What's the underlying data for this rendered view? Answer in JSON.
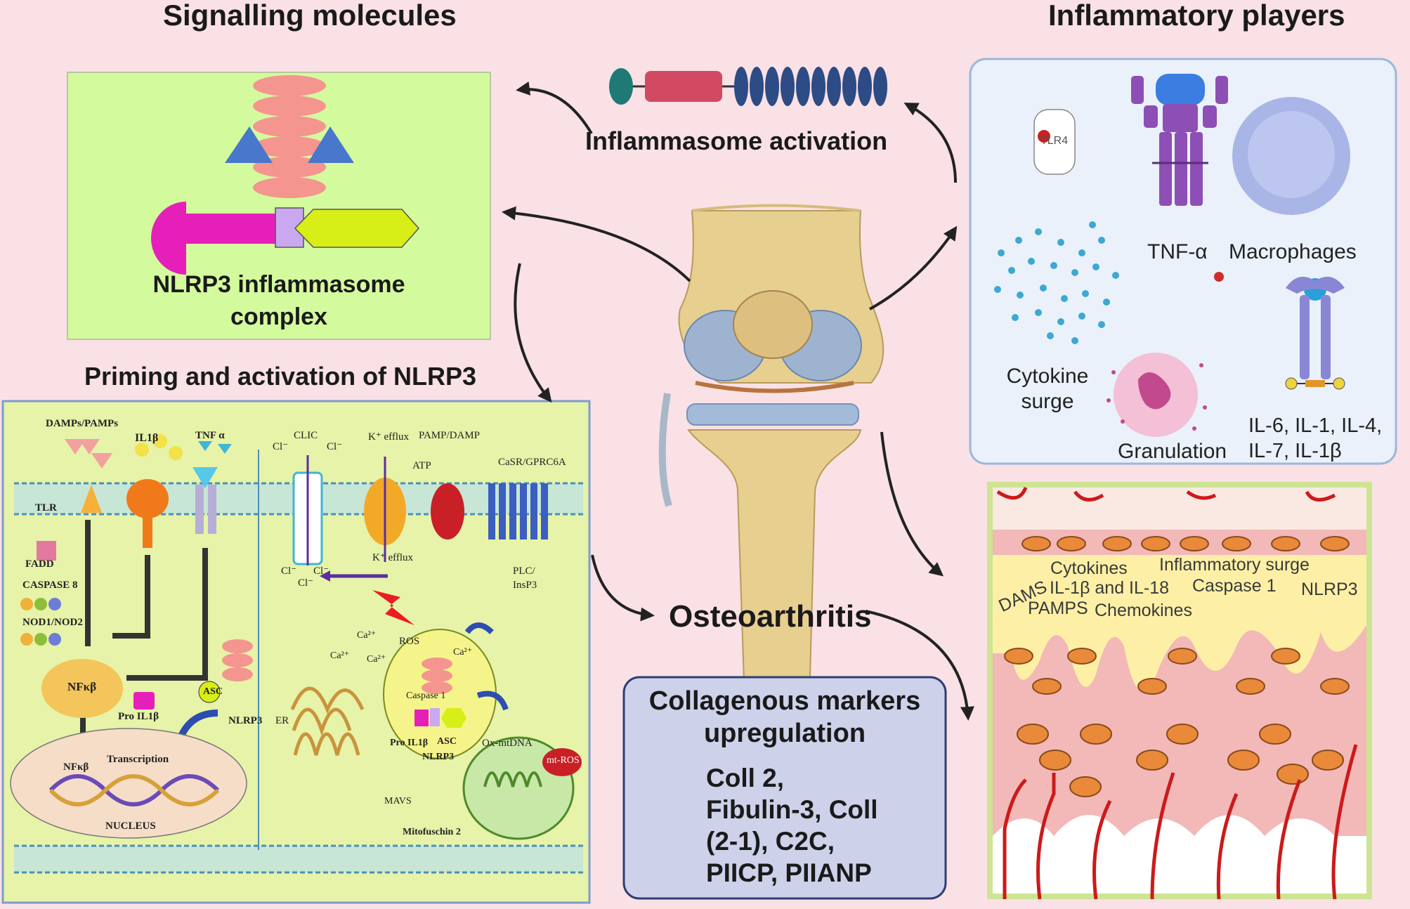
{
  "headings": {
    "signalling": "Signalling molecules",
    "inflammatory_players": "Inflammatory players",
    "priming": "Priming and activation of NLRP3",
    "inflammasome_activation": "Inflammasome activation",
    "osteoarthritis": "Osteoarthritis"
  },
  "nlrp3_complex": {
    "line1": "NLRP3 inflammasome",
    "line2": "complex"
  },
  "players": {
    "tlr4": "TLR4",
    "tnf": "TNF-α",
    "macrophages": "Macrophages",
    "cytokine_line1": "Cytokine",
    "cytokine_line2": "surge",
    "granulation": "Granulation",
    "il_line1": "IL-6, IL-1, IL-4,",
    "il_line2": "IL-7, IL-1β"
  },
  "collagen": {
    "title1": "Collagenous markers",
    "title2": "upregulation",
    "markers": [
      "Coll 2,",
      "Fibulin-3, Coll",
      "(2-1), C2C,",
      "PIICP, PIIANP"
    ]
  },
  "cartilage_labels": {
    "cytokines": "Cytokines",
    "inflammatory_surge": "Inflammatory surge",
    "dams": "DAMS",
    "il": "IL-1β and IL-18",
    "caspase": "Caspase 1",
    "nlrp3": "NLRP3",
    "pamps": "PAMPS",
    "chemokines": "Chemokines"
  },
  "priming_labels": {
    "damps_pamps": "DAMPs/PAMPs",
    "il1b": "IL1β",
    "tnfa": "TNF α",
    "tlr": "TLR",
    "fadd": "FADD",
    "caspase8": "CASPASE 8",
    "nod": "NOD1/NOD2",
    "nfkb": "NFκβ",
    "pro_il1b": "Pro IL1β",
    "asc": "ASC",
    "nlrp3": "NLRP3",
    "nfkb2": "NFκβ",
    "transcription": "Transcription",
    "nucleus": "NUCLEUS",
    "cl1": "Cl⁻",
    "clic": "CLIC",
    "cl2": "Cl⁻",
    "k_efflux_top": "K⁺ efflux",
    "pamp_damp": "PAMP/DAMP",
    "atp": "ATP",
    "casr": "CaSR/GPRC6A",
    "k_efflux_bottom": "K⁺ efflux",
    "cl3": "Cl⁻",
    "cl4": "Cl⁻",
    "cl5": "Cl⁻",
    "plc": "PLC/",
    "insp3": "InsP3",
    "ros": "ROS",
    "ca1": "Ca²⁺",
    "ca2": "Ca²⁺",
    "ca3": "Ca²⁺",
    "ca4": "Ca²⁺",
    "er": "ER",
    "caspase1": "Caspase 1",
    "pro_il1b2": "Pro IL1β",
    "asc2": "ASC",
    "nlrp3_2": "NLRP3",
    "ox_mtdna": "Ox-mtDNA",
    "mt_ros": "mt-ROS",
    "mavs": "MAVS",
    "mitofuschin": "Mitofuschin 2"
  },
  "colors": {
    "background": "#f9e1e6",
    "complex_panel": "#d4fa9e",
    "players_panel": "#eaf1fb",
    "collagen_panel": "#cdd2ea",
    "pink_subunit": "#f4958f",
    "magenta": "#e71fba",
    "lavender": "#c9a8ef",
    "lime": "#d8ee17",
    "blue_triangle": "#4877cc"
  }
}
